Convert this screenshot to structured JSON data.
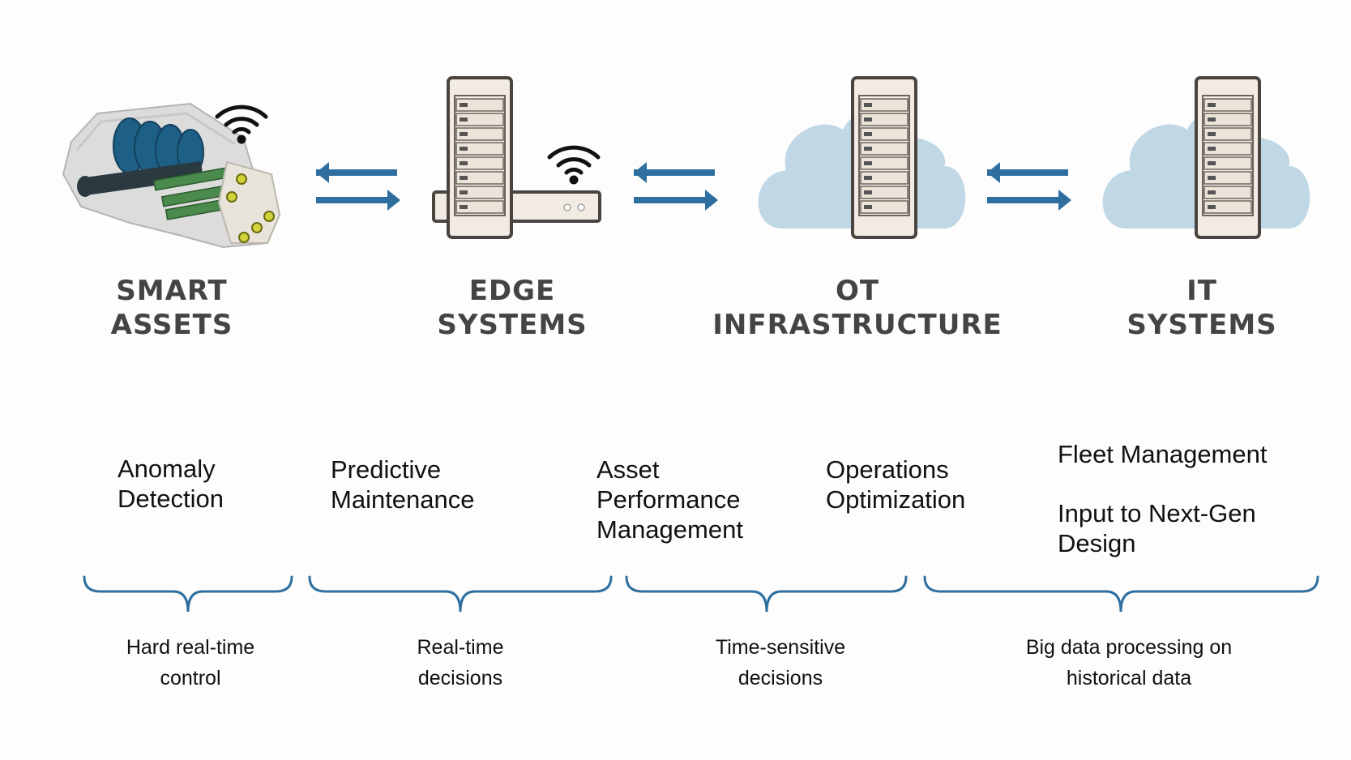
{
  "tiers": [
    {
      "line1": "SMART",
      "line2": "ASSETS",
      "icon": "engine-icon"
    },
    {
      "line1": "EDGE",
      "line2": "SYSTEMS",
      "icon": "edge-server-icon"
    },
    {
      "line1": "OT",
      "line2": "INFRASTRUCTURE",
      "icon": "cloud-server-icon"
    },
    {
      "line1": "IT",
      "line2": "SYSTEMS",
      "icon": "cloud-server-icon"
    }
  ],
  "applications": [
    {
      "lines": [
        "Anomaly",
        "Detection"
      ]
    },
    {
      "lines": [
        "Predictive",
        "Maintenance"
      ]
    },
    {
      "lines": [
        "Asset",
        "Performance",
        "Management"
      ]
    },
    {
      "lines": [
        "Operations",
        "Optimization"
      ]
    },
    {
      "lines": [
        "Fleet Management"
      ]
    },
    {
      "lines": [
        "Input to Next-Gen",
        "Design"
      ]
    }
  ],
  "latency": [
    {
      "lines": [
        "Hard real-time",
        "control"
      ]
    },
    {
      "lines": [
        "Real-time",
        "decisions"
      ]
    },
    {
      "lines": [
        "Time-sensitive",
        "decisions"
      ]
    },
    {
      "lines": [
        "Big data processing on",
        "historical data"
      ]
    }
  ],
  "colors": {
    "arrow": "#2f6f9f",
    "brace": "#2f6f9f",
    "cloud": "#c0d7e6",
    "server_body": "#f1ebe3",
    "server_border": "#4a4440",
    "title_text": "#444444"
  }
}
